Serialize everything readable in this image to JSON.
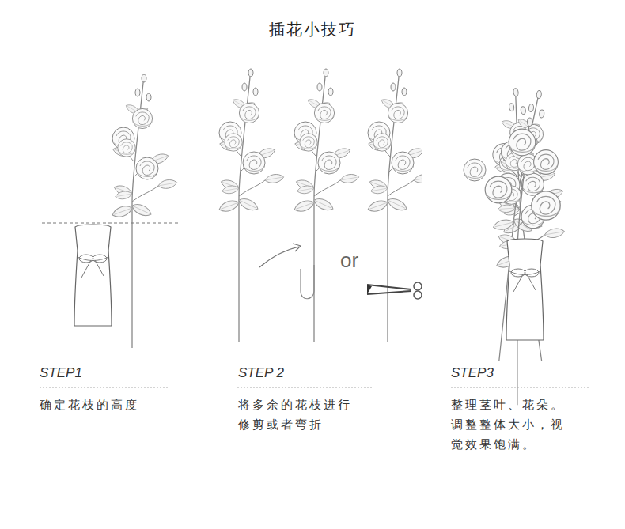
{
  "diagram": {
    "title": "插花小技巧",
    "labels": [
      "STEP1",
      "确定花枝的高度",
      "or",
      "STEP 2",
      "将多余的花枝进行 修剪或者弯折",
      "STEP3",
      "整理茎叶、花朵。 调整整体大小，视 觉效果饱满。"
    ]
  }
}
